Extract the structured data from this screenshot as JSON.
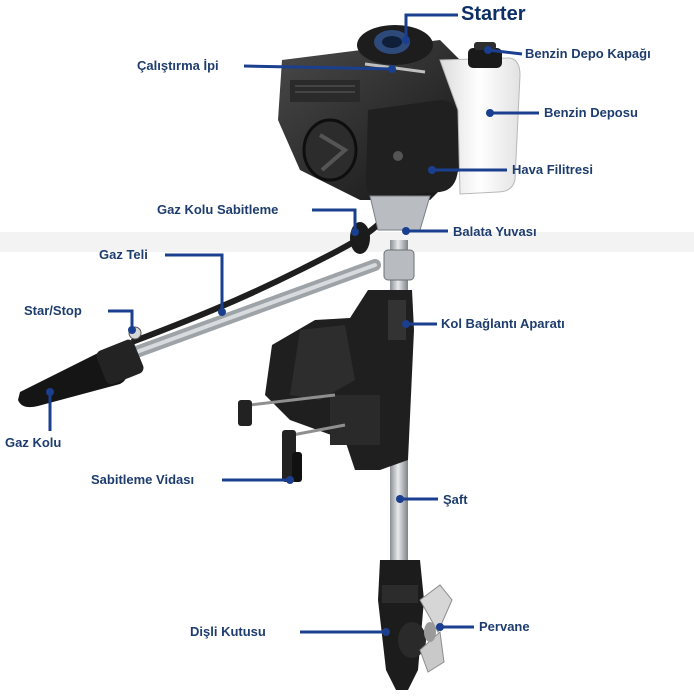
{
  "colors": {
    "label_text": "#1e3d6e",
    "leader_line": "#1a3f8f",
    "motor_dark": "#1c1c1c",
    "motor_mid": "#3a3a3a",
    "tank": "#f4f4f4",
    "shaft": "#c8ccd0"
  },
  "labels": {
    "starter": "Starter",
    "calistirma_ipi": "Çalıştırma İpi",
    "benzin_depo_kapagi": "Benzin Depo Kapağı",
    "benzin_deposu": "Benzin Deposu",
    "hava_filitresi": "Hava Filitresi",
    "gaz_kolu_sabitleme": "Gaz Kolu Sabitleme",
    "balata_yuvasi": "Balata Yuvası",
    "gaz_teli": "Gaz Teli",
    "star_stop": "Star/Stop",
    "kol_baglanti_aparati": "Kol Bağlantı Aparatı",
    "gaz_kolu": "Gaz Kolu",
    "sabitleme_vidasi": "Sabitleme Vidası",
    "saft": "Şaft",
    "disli_kutusu": "Dişli Kutusu",
    "pervane": "Pervane"
  }
}
